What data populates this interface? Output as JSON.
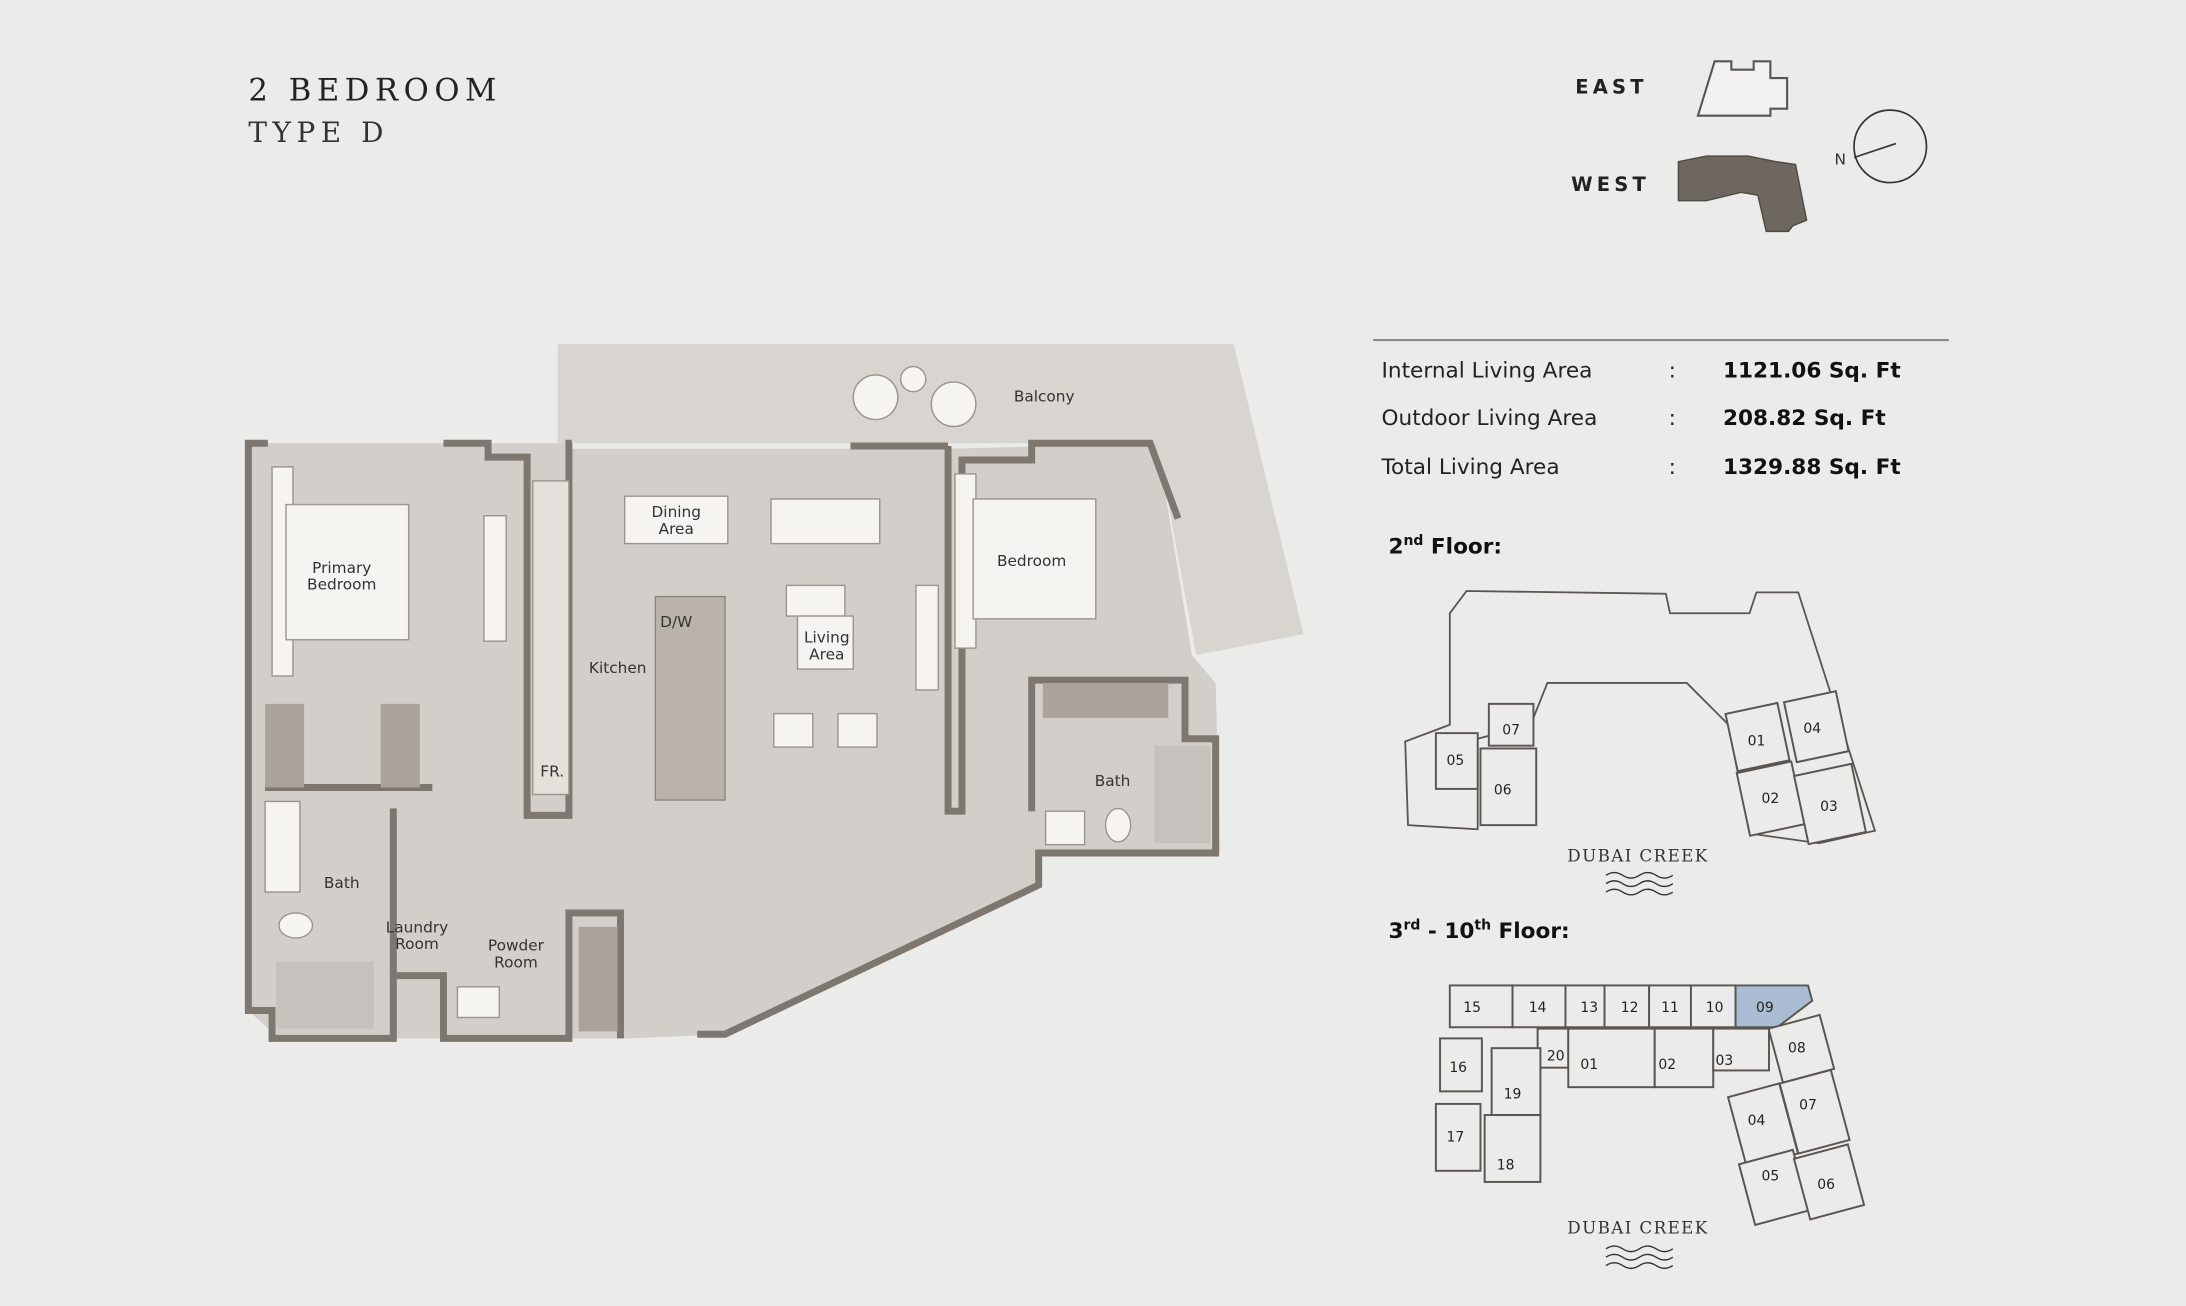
{
  "header": {
    "title": "2 BEDROOM",
    "subtitle": "TYPE D"
  },
  "orientation": {
    "east_label": "EAST",
    "west_label": "WEST",
    "north_label": "N"
  },
  "areas": [
    {
      "label": "Internal Living Area",
      "sep": ":",
      "value": "1121.06 Sq. Ft"
    },
    {
      "label": "Outdoor Living Area",
      "sep": ":",
      "value": "208.82 Sq. Ft"
    },
    {
      "label": "Total Living Area",
      "sep": ":",
      "value": "1329.88 Sq. Ft"
    }
  ],
  "rooms": {
    "balcony": "Balcony",
    "dining": [
      "Dining",
      "Area"
    ],
    "primary": [
      "Primary",
      "Bedroom"
    ],
    "bedroom": "Bedroom",
    "kitchen": "Kitchen",
    "dw": "D/W",
    "living": [
      "Living",
      "Area"
    ],
    "fridge": "FR.",
    "bath1": "Bath",
    "bath2": "Bath",
    "laundry": [
      "Laundry",
      "Room"
    ],
    "powder": [
      "Powder",
      "Room"
    ]
  },
  "key_plan_2nd": {
    "title": "2",
    "sup": "nd",
    "suffix": " Floor:",
    "units": [
      "05",
      "07",
      "06",
      "01",
      "04",
      "02",
      "03"
    ],
    "caption": "DUBAI CREEK"
  },
  "key_plan_3rd": {
    "title_a": "3",
    "sup_a": "rd",
    "mid": " - 10",
    "sup_b": "th",
    "suffix": " Floor:",
    "units": [
      "15",
      "14",
      "13",
      "12",
      "11",
      "10",
      "09",
      "08",
      "16",
      "20",
      "01",
      "02",
      "03",
      "19",
      "04",
      "07",
      "17",
      "18",
      "05",
      "06"
    ],
    "highlighted_unit": "09",
    "highlight_color": "#a9bcd3",
    "caption": "DUBAI CREEK"
  },
  "colors": {
    "floor": "#d4d0cb",
    "balcony": "#d8d5d1",
    "wall": "#7d7770",
    "west_tower": "#6d675f"
  }
}
